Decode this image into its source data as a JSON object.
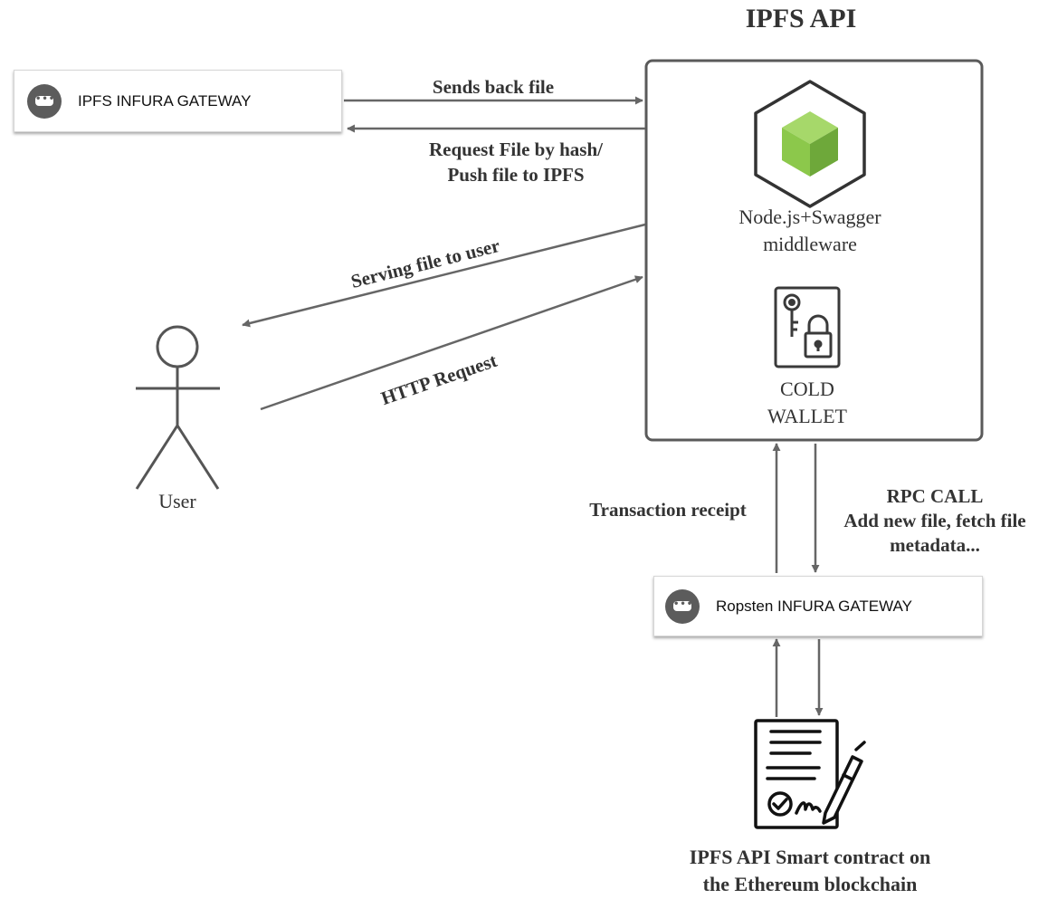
{
  "title": "IPFS API",
  "ipfs_gateway": {
    "label": "IPFS INFURA GATEWAY",
    "icon": "more-dots-icon"
  },
  "ropsten_gateway": {
    "label": "Ropsten INFURA GATEWAY",
    "icon": "more-dots-icon"
  },
  "api_box": {
    "middleware_line1": "Node.js+Swagger",
    "middleware_line2": "middleware",
    "middleware_icon": "nodejs-cube-icon",
    "wallet_line1": "COLD",
    "wallet_line2": "WALLET",
    "wallet_icon": "key-lock-icon"
  },
  "arrows": {
    "sends_back": "Sends back file",
    "request_line1": "Request File by hash/",
    "request_line2": "Push file to IPFS",
    "serving": "Serving file to user",
    "http": "HTTP Request",
    "tx_receipt": "Transaction receipt",
    "rpc_line1": "RPC CALL",
    "rpc_line2": "Add new file, fetch file",
    "rpc_line3": "metadata..."
  },
  "user": {
    "label": "User",
    "icon": "stick-figure-icon"
  },
  "contract": {
    "line1": "IPFS API Smart contract on",
    "line2": "the Ethereum blockchain",
    "icon": "signed-contract-icon"
  },
  "colors": {
    "stroke": "#666666",
    "cube_green": "#8cc84b",
    "text": "#333333"
  }
}
